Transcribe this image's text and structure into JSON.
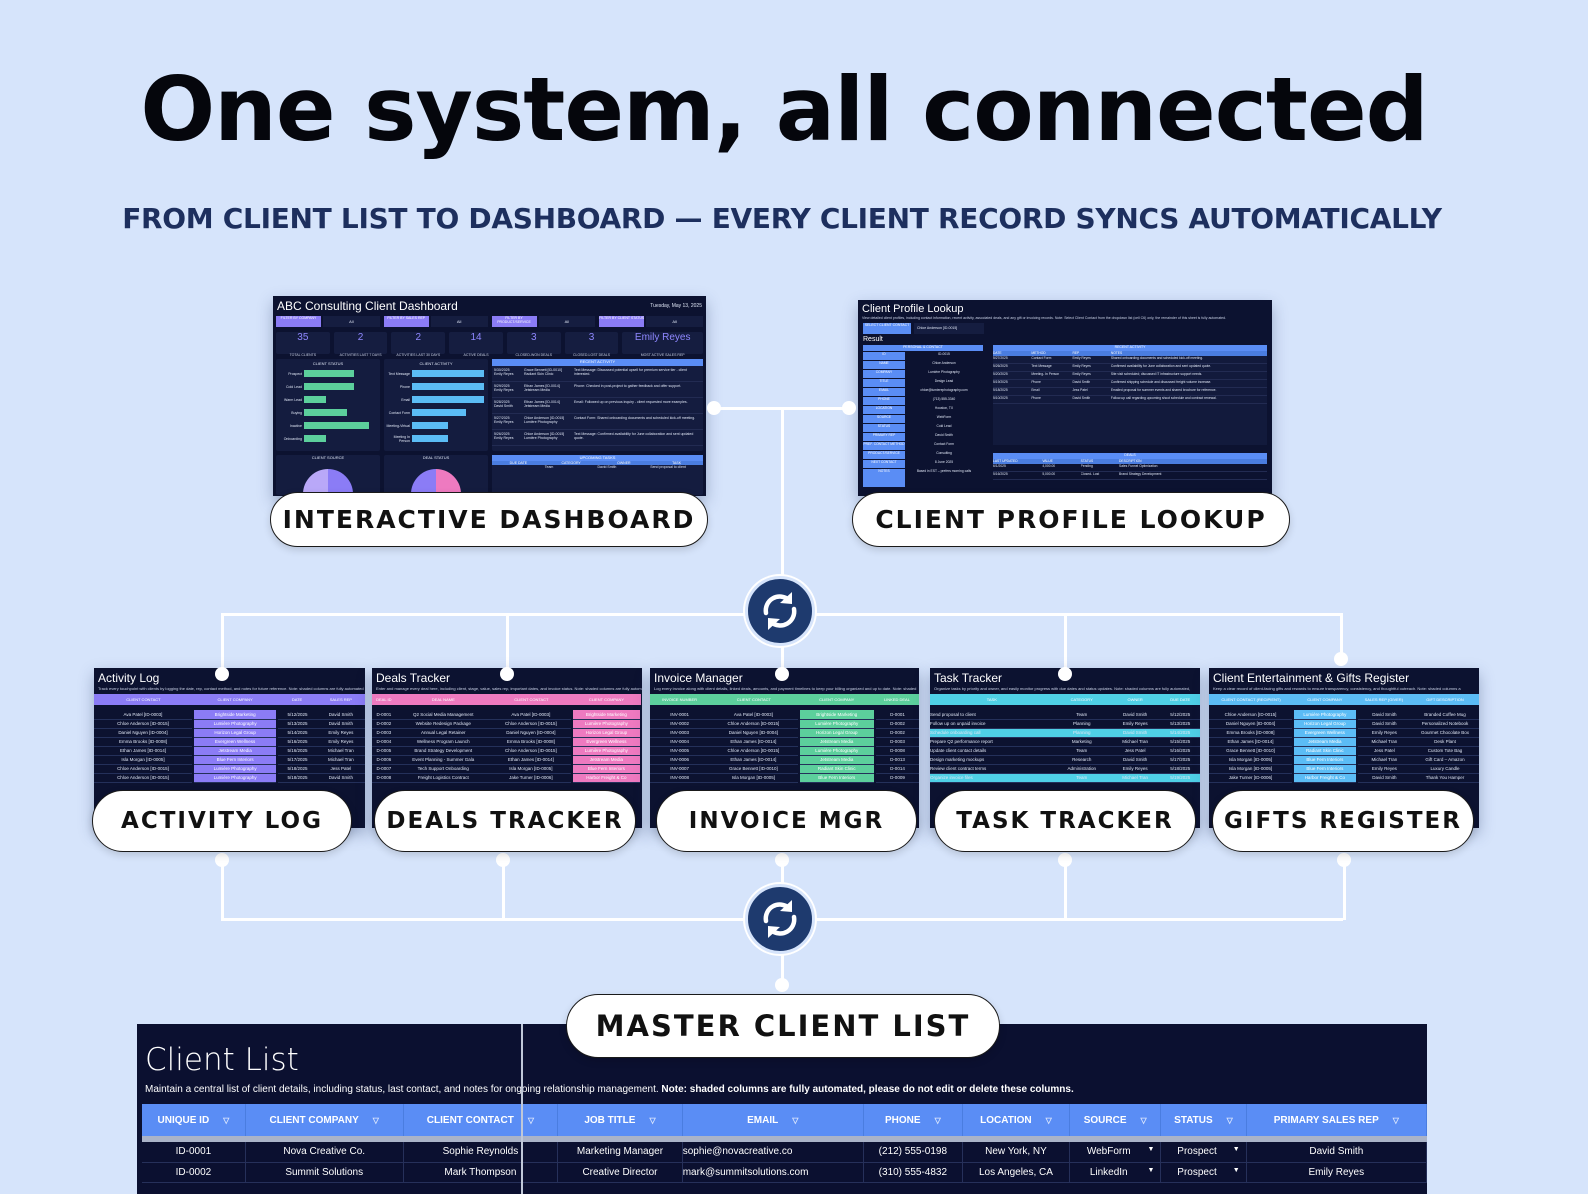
{
  "title": "One system, all connected",
  "subtitle": "FROM CLIENT LIST TO DASHBOARD — EVERY CLIENT RECORD SYNCS AUTOMATICALLY",
  "colors": {
    "background": "#d6e4fb",
    "sync_icon": "#1e3a6e",
    "sheet_bg": "#0c1230",
    "header_blue": "#5a8df5",
    "purple": "#8b7cf6",
    "pink": "#ee7ac0",
    "green": "#5ccf9c",
    "cyan": "#4fd0e6",
    "sky": "#5bbcf5"
  },
  "labels": {
    "dashboard": "INTERACTIVE DASHBOARD",
    "profile": "CLIENT PROFILE LOOKUP",
    "activity": "ACTIVITY LOG",
    "deals": "DEALS TRACKER",
    "invoice": "INVOICE MGR",
    "tasks": "TASK TRACKER",
    "gifts": "GIFTS REGISTER",
    "master": "MASTER CLIENT LIST"
  },
  "icons": {
    "sync": "sync-arrows-icon",
    "filter": "filter-icon",
    "dropdown": "dropdown-arrow-icon"
  },
  "dashboard": {
    "title": "ABC Consulting Client Dashboard",
    "date": "Tuesday, May 13, 2025",
    "filters": [
      {
        "label": "FILTER BY COMPANY",
        "value": "All"
      },
      {
        "label": "FILTER BY SALES REP",
        "value": "All"
      },
      {
        "label": "FILTER BY PRODUCT/SERVICE",
        "value": "All"
      },
      {
        "label": "FILTER BY CLIENT STATUS",
        "value": "All"
      }
    ],
    "kpis": [
      {
        "value": "35",
        "label": "TOTAL CLIENTS"
      },
      {
        "value": "2",
        "label": "ACTIVITIES LAST 7 DAYS"
      },
      {
        "value": "2",
        "label": "ACTIVITIES LAST 30 DAYS"
      },
      {
        "value": "14",
        "label": "ACTIVE DEALS"
      },
      {
        "value": "3",
        "label": "CLOSED-WON DEALS"
      },
      {
        "value": "3",
        "label": "CLOSED-LOST DEALS"
      },
      {
        "value": "Emily Reyes",
        "label": "MOST ACTIVE SALES REP"
      }
    ],
    "client_status": {
      "title": "CLIENT STATUS",
      "categories": [
        "Prospect",
        "Cold Lead",
        "Warm Lead",
        "Buying",
        "Inactive",
        "Onboarding"
      ],
      "values": [
        7,
        7,
        3,
        6,
        9,
        3
      ],
      "max": 10
    },
    "client_activity": {
      "title": "CLIENT ACTIVITY",
      "categories": [
        "Text Message",
        "Phone",
        "Email",
        "Contact Form",
        "Meeting-Virtual",
        "Meeting In Person"
      ],
      "values": [
        4,
        4,
        4,
        3,
        2,
        2
      ],
      "max": 4
    },
    "recent_activity_title": "RECENT ACTIVITY",
    "recent_activity": [
      {
        "date": "5/30/2025",
        "rep": "Emily Reyes",
        "client": "Grace Bennett [ID-0010]",
        "company": "Radiant Skin Clinic",
        "note": "Text Message: Discussed potential upsell for premium service tier - client interested."
      },
      {
        "date": "5/29/2025",
        "rep": "Emily Reyes",
        "client": "Ethan James [ID-0014]",
        "company": "Jetstream Media",
        "note": "Phone: Checked in post-project to gather feedback and offer support."
      },
      {
        "date": "5/28/2025",
        "rep": "David Smith",
        "client": "Ethan James [ID-0014]",
        "company": "Jetstream Media",
        "note": "Email: Followed up on previous inquiry - client requested more examples."
      },
      {
        "date": "5/27/2025",
        "rep": "Emily Reyes",
        "client": "Chloe Anderson [ID-0015]",
        "company": "Lumière Photography",
        "note": "Contact Form: Shared onboarding documents and scheduled kick-off meeting."
      },
      {
        "date": "5/26/2025",
        "rep": "Emily Reyes",
        "client": "Chloe Anderson [ID-0015]",
        "company": "Lumière Photography",
        "note": "Text Message: Confirmed availability for June collaboration and sent updated quote."
      }
    ],
    "client_source_title": "CLIENT SOURCE",
    "deal_status_title": "DEAL STATUS",
    "upcoming_title": "UPCOMING TASKS",
    "upcoming_cols": [
      "DUE DATE",
      "CATEGORY",
      "OWNER",
      "TASK"
    ],
    "upcoming": [
      {
        "category": "Team",
        "owner": "David Smith",
        "task": "Send proposal to client"
      }
    ]
  },
  "profile": {
    "title": "Client Profile Lookup",
    "desc": "View detailed client profiles, including contact information, recent activity, associated deals, and any gift or invoicing records. Note: Select Client Contact from the dropdown list (cell C6) only, the remainder of this sheet is fully automated.",
    "select_label": "SELECT CLIENT CONTACT",
    "select_value": "Chloe Anderson [ID-0015]",
    "result": "Result",
    "personal_title": "PERSONAL & CONTACT",
    "fields": [
      [
        "ID",
        "ID-0015"
      ],
      [
        "NAME",
        "Chloe Anderson"
      ],
      [
        "COMPANY",
        "Lumière Photography"
      ],
      [
        "TITLE",
        "Design Lead"
      ],
      [
        "EMAIL",
        "chloe@lumierephotography.com"
      ],
      [
        "PHONE",
        "(713) 555-3340"
      ],
      [
        "LOCATION",
        "Houston, TX"
      ],
      [
        "SOURCE",
        "WebForm"
      ],
      [
        "STATUS",
        "Cold Lead"
      ],
      [
        "PRIMARY REP",
        "David Smith"
      ],
      [
        "PREF. CONTACT METHOD",
        "Contact Form"
      ],
      [
        "PRODUCT/SERVICE",
        "Consulting"
      ],
      [
        "NEXT CONTACT",
        "8 June 2025"
      ],
      [
        "NOTES",
        "Based in EST – prefers morning calls"
      ]
    ],
    "activity_title": "RECENT ACTIVITY",
    "activity_cols": [
      "DATE",
      "METHOD",
      "REP",
      "NOTES"
    ],
    "activity": [
      [
        "5/27/2025",
        "Contact Form",
        "Emily Reyes",
        "Shared onboarding documents and scheduled kick-off meeting."
      ],
      [
        "5/26/2025",
        "Text Message",
        "Emily Reyes",
        "Confirmed availability for June collaboration and sent updated quote."
      ],
      [
        "5/20/2025",
        "Meeting- In Person",
        "Emily Reyes",
        "Site visit scheduled; discussed IT infrastructure support needs."
      ],
      [
        "5/19/2025",
        "Phone",
        "David Smith",
        "Confirmed shipping schedule and discussed freight volume increase."
      ],
      [
        "5/18/2025",
        "Email",
        "Jess Patel",
        "Emailed proposal for summer events and shared brochure for reference."
      ],
      [
        "5/10/2025",
        "Phone",
        "David Smith",
        "Follow-up call regarding upcoming shoot schedule and contract renewal."
      ]
    ],
    "deals_title": "DEALS",
    "deals_cols": [
      "LAST UPDATED",
      "VALUE",
      "STATUS",
      "DESCRIPTION"
    ],
    "deals": [
      [
        "6/1/2025",
        "4,000.00",
        "Pending",
        "Sales Funnel Optimization"
      ],
      [
        "5/16/2025",
        "5,000.00",
        "Closed- Lost",
        "Brand Strategy Development"
      ]
    ]
  },
  "activity_log": {
    "title": "Activity Log",
    "desc": "Track every touchpoint with clients by logging the date, rep, contact method, and notes for future reference. Note: shaded columns are fully automated",
    "cols": [
      "CLIENT CONTACT",
      "CLIENT COMPANY",
      "DATE",
      "SALES REP"
    ],
    "rows": [
      [
        "Ava Patel [ID-0003]",
        "Brightside Marketing",
        "5/12/2025",
        "David Smith"
      ],
      [
        "Chloe Anderson [ID-0015]",
        "Lumière Photography",
        "5/13/2025",
        "David Smith"
      ],
      [
        "Daniel Nguyen [ID-0004]",
        "Horizon Legal Group",
        "5/14/2025",
        "Emily Reyes"
      ],
      [
        "Emma Brooks [ID-0008]",
        "Evergreen Wellness",
        "5/16/2025",
        "Emily Reyes"
      ],
      [
        "Ethan James [ID-0014]",
        "Jetstream Media",
        "5/16/2025",
        "Michael Tran"
      ],
      [
        "Isla Morgan [ID-0005]",
        "Blue Fern Interiors",
        "5/17/2025",
        "Michael Tran"
      ],
      [
        "Chloe Anderson [ID-0015]",
        "Lumière Photography",
        "5/18/2025",
        "Jess Patel"
      ],
      [
        "Chloe Anderson [ID-0015]",
        "Lumière Photography",
        "5/18/2025",
        "David Smith"
      ]
    ]
  },
  "deals_tracker": {
    "title": "Deals Tracker",
    "desc": "Enter and manage every deal here, including client, stage, value, sales rep, important dates, and invoice status. Note: shaded columns are fully automated",
    "cols": [
      "DEAL ID",
      "DEAL NAME",
      "CLIENT CONTACT",
      "CLIENT COMPANY"
    ],
    "rows": [
      [
        "D-0001",
        "Q2 Social Media Management",
        "Ava Patel [ID-0003]",
        "Brightside Marketing"
      ],
      [
        "D-0002",
        "Website Redesign Package",
        "Chloe Anderson [ID-0015]",
        "Lumière Photography"
      ],
      [
        "D-0003",
        "Annual Legal Retainer",
        "Daniel Nguyen [ID-0004]",
        "Horizon Legal Group"
      ],
      [
        "D-0004",
        "Wellness Program Launch",
        "Emma Brooks [ID-0008]",
        "Evergreen Wellness"
      ],
      [
        "D-0005",
        "Brand Strategy Development",
        "Chloe Anderson [ID-0015]",
        "Lumière Photography"
      ],
      [
        "D-0006",
        "Event Planning - Summer Gala",
        "Ethan James [ID-0014]",
        "Jetstream Media"
      ],
      [
        "D-0007",
        "Tech Support Onboarding",
        "Isla Morgan [ID-0005]",
        "Blue Fern Interiors"
      ],
      [
        "D-0008",
        "Freight Logistics Contract",
        "Jake Turner [ID-0006]",
        "Harbor Freight & Co"
      ]
    ]
  },
  "invoice": {
    "title": "Invoice Manager",
    "desc": "Log every invoice along with client details, linked deals, amounts, and payment timelines to keep your billing organized and up to date. Note: shaded",
    "cols": [
      "INVOICE NUMBER",
      "CLIENT CONTACT",
      "CLIENT COMPANY",
      "LINKED DEAL"
    ],
    "rows": [
      [
        "INV-0001",
        "Ava Patel [ID-0003]",
        "Brightside Marketing",
        "D-0001"
      ],
      [
        "INV-0002",
        "Chloe Anderson [ID-0015]",
        "Lumière Photography",
        "D-0002"
      ],
      [
        "INV-0003",
        "Daniel Nguyen [ID-0004]",
        "Horizon Legal Group",
        "D-0002"
      ],
      [
        "INV-0004",
        "Ethan James [ID-0014]",
        "Jetstream Media",
        "D-0003"
      ],
      [
        "INV-0005",
        "Chloe Anderson [ID-0015]",
        "Lumière Photography",
        "D-0008"
      ],
      [
        "INV-0006",
        "Ethan James [ID-0014]",
        "Jetstream Media",
        "D-0013"
      ],
      [
        "INV-0007",
        "Grace Bennett [ID-0010]",
        "Radiant Skin Clinic",
        "D-0014"
      ],
      [
        "INV-0008",
        "Isla Morgan [ID-0005]",
        "Blue Fern Interiors",
        "D-0009"
      ]
    ]
  },
  "tasks": {
    "title": "Task Tracker",
    "desc": "Organize tasks by priority and owner, and easily monitor progress with due dates and status updates. Note: shaded columns are fully automated,",
    "cols": [
      "TASK",
      "CATEGORY",
      "OWNER",
      "DUE DATE"
    ],
    "rows": [
      [
        "Send proposal to client",
        "Team",
        "David Smith",
        "5/12/2025"
      ],
      [
        "Follow up on unpaid invoice",
        "Planning",
        "Emily Reyes",
        "5/13/2025"
      ],
      [
        "Schedule onboarding call",
        "Planning",
        "David Smith",
        "5/14/2025"
      ],
      [
        "Prepare Q2 performance report",
        "Marketing",
        "Michael Tran",
        "5/15/2025"
      ],
      [
        "Update client contact details",
        "Team",
        "Jess Patel",
        "5/16/2025"
      ],
      [
        "Design marketing mockups",
        "Research",
        "David Smith",
        "5/17/2025"
      ],
      [
        "Review client contract terms",
        "Administration",
        "Emily Reyes",
        "5/18/2025"
      ],
      [
        "Organize invoice files",
        "Team",
        "Michael Tran",
        "5/19/2025"
      ]
    ]
  },
  "gifts": {
    "title": "Client Entertainment & Gifts Register",
    "desc": "Keep a clear record of client-facing gifts and rewards to ensure transparency, consistency, and thoughtful outreach. Note: shaded columns a",
    "cols": [
      "CLIENT CONTACT (RECIPIENT)",
      "CLIENT COMPANY",
      "SALES REP (GIVER)",
      "GIFT DESCRIPTION"
    ],
    "rows": [
      [
        "Chloe Anderson [ID-0015]",
        "Lumière Photography",
        "David Smith",
        "Branded Coffee Mug"
      ],
      [
        "Daniel Nguyen [ID-0004]",
        "Horizon Legal Group",
        "David Smith",
        "Personalized Notebook"
      ],
      [
        "Emma Brooks [ID-0008]",
        "Evergreen Wellness",
        "Emily Reyes",
        "Gourmet Chocolate Box"
      ],
      [
        "Ethan James [ID-0014]",
        "Jetstream Media",
        "Michael Tran",
        "Desk Plant"
      ],
      [
        "Grace Bennett [ID-0010]",
        "Radiant Skin Clinic",
        "Jess Patel",
        "Custom Tote Bag"
      ],
      [
        "Isla Morgan [ID-0005]",
        "Blue Fern Interiors",
        "Michael Tran",
        "Gift Card – Amazon"
      ],
      [
        "Isla Morgan [ID-0005]",
        "Blue Fern Interiors",
        "Emily Reyes",
        "Luxury Candle"
      ],
      [
        "Jake Turner [ID-0006]",
        "Harbor Freight & Co",
        "David Smith",
        "Thank You Hamper"
      ]
    ]
  },
  "client_list": {
    "title": "Client List",
    "desc": "Maintain a central list of client details, including status, last contact, and notes for ongoing relationship management.",
    "note": "Note: shaded columns are fully automated, please do not edit or delete these columns.",
    "cols": [
      "UNIQUE ID",
      "CLIENT COMPANY",
      "CLIENT CONTACT",
      "JOB TITLE",
      "EMAIL",
      "PHONE",
      "LOCATION",
      "SOURCE",
      "STATUS",
      "PRIMARY SALES REP"
    ],
    "rows": [
      [
        "ID-0001",
        "Nova Creative Co.",
        "Sophie Reynolds",
        "Marketing Manager",
        "sophie@novacreative.co",
        "(212) 555-0198",
        "New York, NY",
        "WebForm",
        "Prospect",
        "David Smith"
      ],
      [
        "ID-0002",
        "Summit Solutions",
        "Mark Thompson",
        "Creative Director",
        "mark@summitsolutions.com",
        "(310) 555-4832",
        "Los Angeles, CA",
        "LinkedIn",
        "Prospect",
        "Emily Reyes"
      ]
    ]
  }
}
